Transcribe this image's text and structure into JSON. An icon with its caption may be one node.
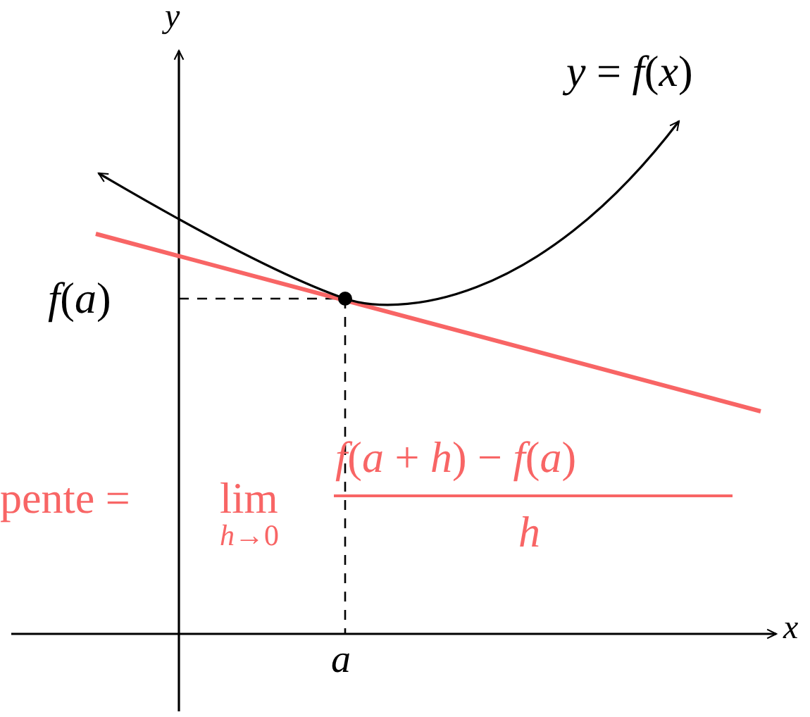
{
  "diagram": {
    "labels": [
      "y",
      "*y* = *f*(*x*)",
      "*f*(*a*)",
      "pente =",
      "lim",
      "*h*→0",
      "*f*(*a* + *h*) − *f*(*a*)",
      "h",
      "x",
      "a"
    ]
  }
}
